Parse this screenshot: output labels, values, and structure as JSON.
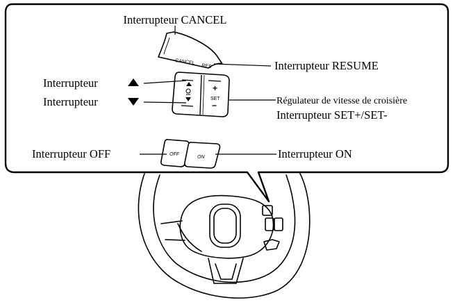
{
  "labels": {
    "cancel": "Interrupteur CANCEL",
    "resume": "Interrupteur RESUME",
    "up": "Interrupteur",
    "down": "Interrupteur",
    "cruise_line1": "Régulateur de vitesse de croisière",
    "cruise_line2": "Interrupteur SET+/SET-",
    "off": "Interrupteur OFF",
    "on": "Interrupteur ON"
  },
  "key_text": {
    "cancel": "CANCEL",
    "res": "RES",
    "plus": "+",
    "set": "SET",
    "minus": "−",
    "off": "OFF",
    "on": "ON"
  },
  "icons": {
    "up_arrow": "triangle-up",
    "down_arrow": "triangle-down"
  }
}
